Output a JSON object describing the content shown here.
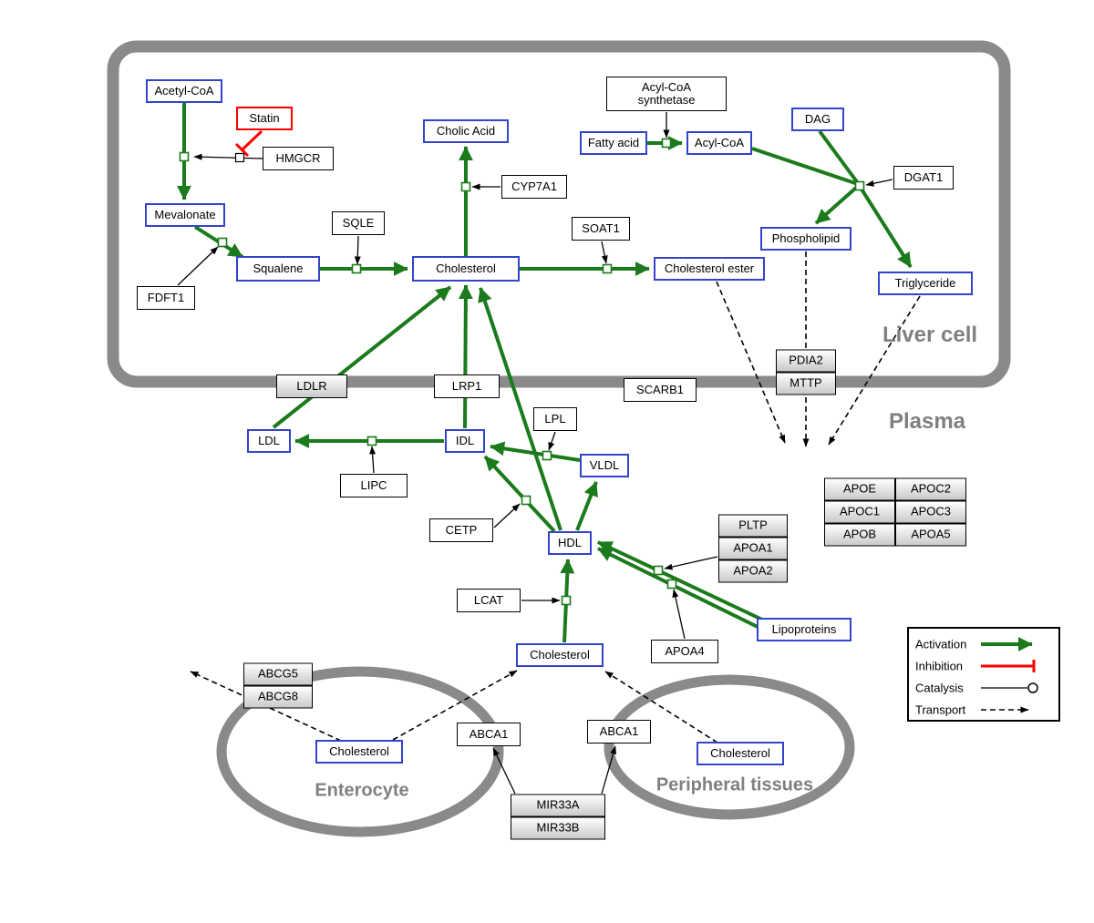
{
  "colors": {
    "activation_green": "#1b7a1b",
    "inhibition_red": "#ff0000",
    "metabolite_blue": "#3344cc",
    "compartment_gray": "#8a8a8a",
    "label_gray": "#808080"
  },
  "compartments": {
    "liver": "Liver cell",
    "plasma": "Plasma",
    "enterocyte": "Enterocyte",
    "peripheral": "Peripheral tissues"
  },
  "legend": {
    "activation": "Activation",
    "inhibition": "Inhibition",
    "catalysis": "Catalysis",
    "transport": "Transport"
  },
  "nodes": {
    "acetyl_coa": "Acetyl-CoA",
    "statin": "Statin",
    "hmgcr": "HMGCR",
    "mevalonate": "Mevalonate",
    "fdft1": "FDFT1",
    "squalene": "Squalene",
    "sqle": "SQLE",
    "cholesterol_liver": "Cholesterol",
    "cholic_acid": "Cholic Acid",
    "cyp7a1": "CYP7A1",
    "soat1": "SOAT1",
    "cholesterol_ester": "Cholesterol ester",
    "acyl_coa_synthetase": "Acyl-CoA synthetase",
    "fatty_acid": "Fatty acid",
    "acyl_coa": "Acyl-CoA",
    "dag": "DAG",
    "dgat1": "DGAT1",
    "phospholipid": "Phospholipid",
    "triglyceride": "Triglyceride",
    "pdia2": "PDIA2",
    "mttp": "MTTP",
    "ldlr": "LDLR",
    "lrp1": "LRP1",
    "scarb1": "SCARB1",
    "ldl": "LDL",
    "idl": "IDL",
    "lipc": "LIPC",
    "lpl": "LPL",
    "vldl": "VLDL",
    "cetp": "CETP",
    "hdl": "HDL",
    "pltp": "PLTP",
    "apoa1": "APOA1",
    "apoa2": "APOA2",
    "apoa4": "APOA4",
    "lipoproteins": "Lipoproteins",
    "lcat": "LCAT",
    "cholesterol_plasma": "Cholesterol",
    "apoe": "APOE",
    "apoc1": "APOC1",
    "apob": "APOB",
    "apoc2": "APOC2",
    "apoc3": "APOC3",
    "apoa5": "APOA5",
    "abcg5": "ABCG5",
    "abcg8": "ABCG8",
    "cholesterol_enterocyte": "Cholesterol",
    "abca1_left": "ABCA1",
    "abca1_right": "ABCA1",
    "cholesterol_peripheral": "Cholesterol",
    "mir33a": "MIR33A",
    "mir33b": "MIR33B"
  },
  "interactions": [
    {
      "source": "Acetyl-CoA",
      "target": "Mevalonate",
      "type": "conversion",
      "catalyst": "HMGCR"
    },
    {
      "source": "Statin",
      "target": "HMGCR",
      "type": "inhibition"
    },
    {
      "source": "Mevalonate",
      "target": "Squalene",
      "type": "conversion",
      "catalyst": "FDFT1"
    },
    {
      "source": "Squalene",
      "target": "Cholesterol",
      "type": "conversion",
      "catalyst": "SQLE"
    },
    {
      "source": "Cholesterol",
      "target": "Cholic Acid",
      "type": "conversion",
      "catalyst": "CYP7A1"
    },
    {
      "source": "Cholesterol",
      "target": "Cholesterol ester",
      "type": "conversion",
      "catalyst": "SOAT1"
    },
    {
      "source": "Fatty acid",
      "target": "Acyl-CoA",
      "type": "conversion",
      "catalyst": "Acyl-CoA synthetase"
    },
    {
      "source": "Acyl-CoA",
      "target": "Triglyceride",
      "type": "conversion",
      "catalyst": "DGAT1"
    },
    {
      "source": "DAG",
      "target": "Triglyceride",
      "type": "conversion",
      "catalyst": "DGAT1"
    },
    {
      "source": "Acyl-CoA",
      "target": "Phospholipid",
      "type": "conversion"
    },
    {
      "source": "LDL",
      "target": "Cholesterol",
      "type": "activation",
      "via": "LDLR"
    },
    {
      "source": "IDL",
      "target": "Cholesterol",
      "type": "activation",
      "via": "LRP1"
    },
    {
      "source": "HDL",
      "target": "Cholesterol",
      "type": "activation"
    },
    {
      "source": "VLDL",
      "target": "IDL",
      "type": "conversion",
      "catalyst": "LPL"
    },
    {
      "source": "IDL",
      "target": "LDL",
      "type": "conversion",
      "catalyst": "LIPC"
    },
    {
      "source": "HDL",
      "target": "IDL",
      "type": "conversion",
      "catalyst": "CETP"
    },
    {
      "source": "HDL",
      "target": "VLDL",
      "type": "activation"
    },
    {
      "source": "Cholesterol",
      "target": "HDL",
      "type": "conversion",
      "catalyst": "LCAT"
    },
    {
      "source": "Lipoproteins",
      "target": "HDL",
      "type": "activation",
      "catalyst": "PLTP/APOA1/APOA2"
    },
    {
      "source": "Lipoproteins",
      "target": "HDL",
      "type": "activation",
      "catalyst": "APOA4"
    },
    {
      "source": "Cholesterol ester",
      "target": "Plasma",
      "type": "transport"
    },
    {
      "source": "Phospholipid",
      "target": "Plasma",
      "type": "transport",
      "via": "PDIA2/MTTP"
    },
    {
      "source": "Triglyceride",
      "target": "Plasma",
      "type": "transport"
    },
    {
      "source": "Cholesterol (enterocyte)",
      "type": "transport",
      "via": "ABCG5/ABCG8"
    },
    {
      "source": "Cholesterol (enterocyte)",
      "target": "Cholesterol (plasma)",
      "type": "transport",
      "via": "ABCA1"
    },
    {
      "source": "Cholesterol (peripheral tissues)",
      "target": "Cholesterol (plasma)",
      "type": "transport",
      "via": "ABCA1"
    },
    {
      "source": "MIR33A/MIR33B",
      "target": "ABCA1",
      "type": "regulation"
    }
  ]
}
